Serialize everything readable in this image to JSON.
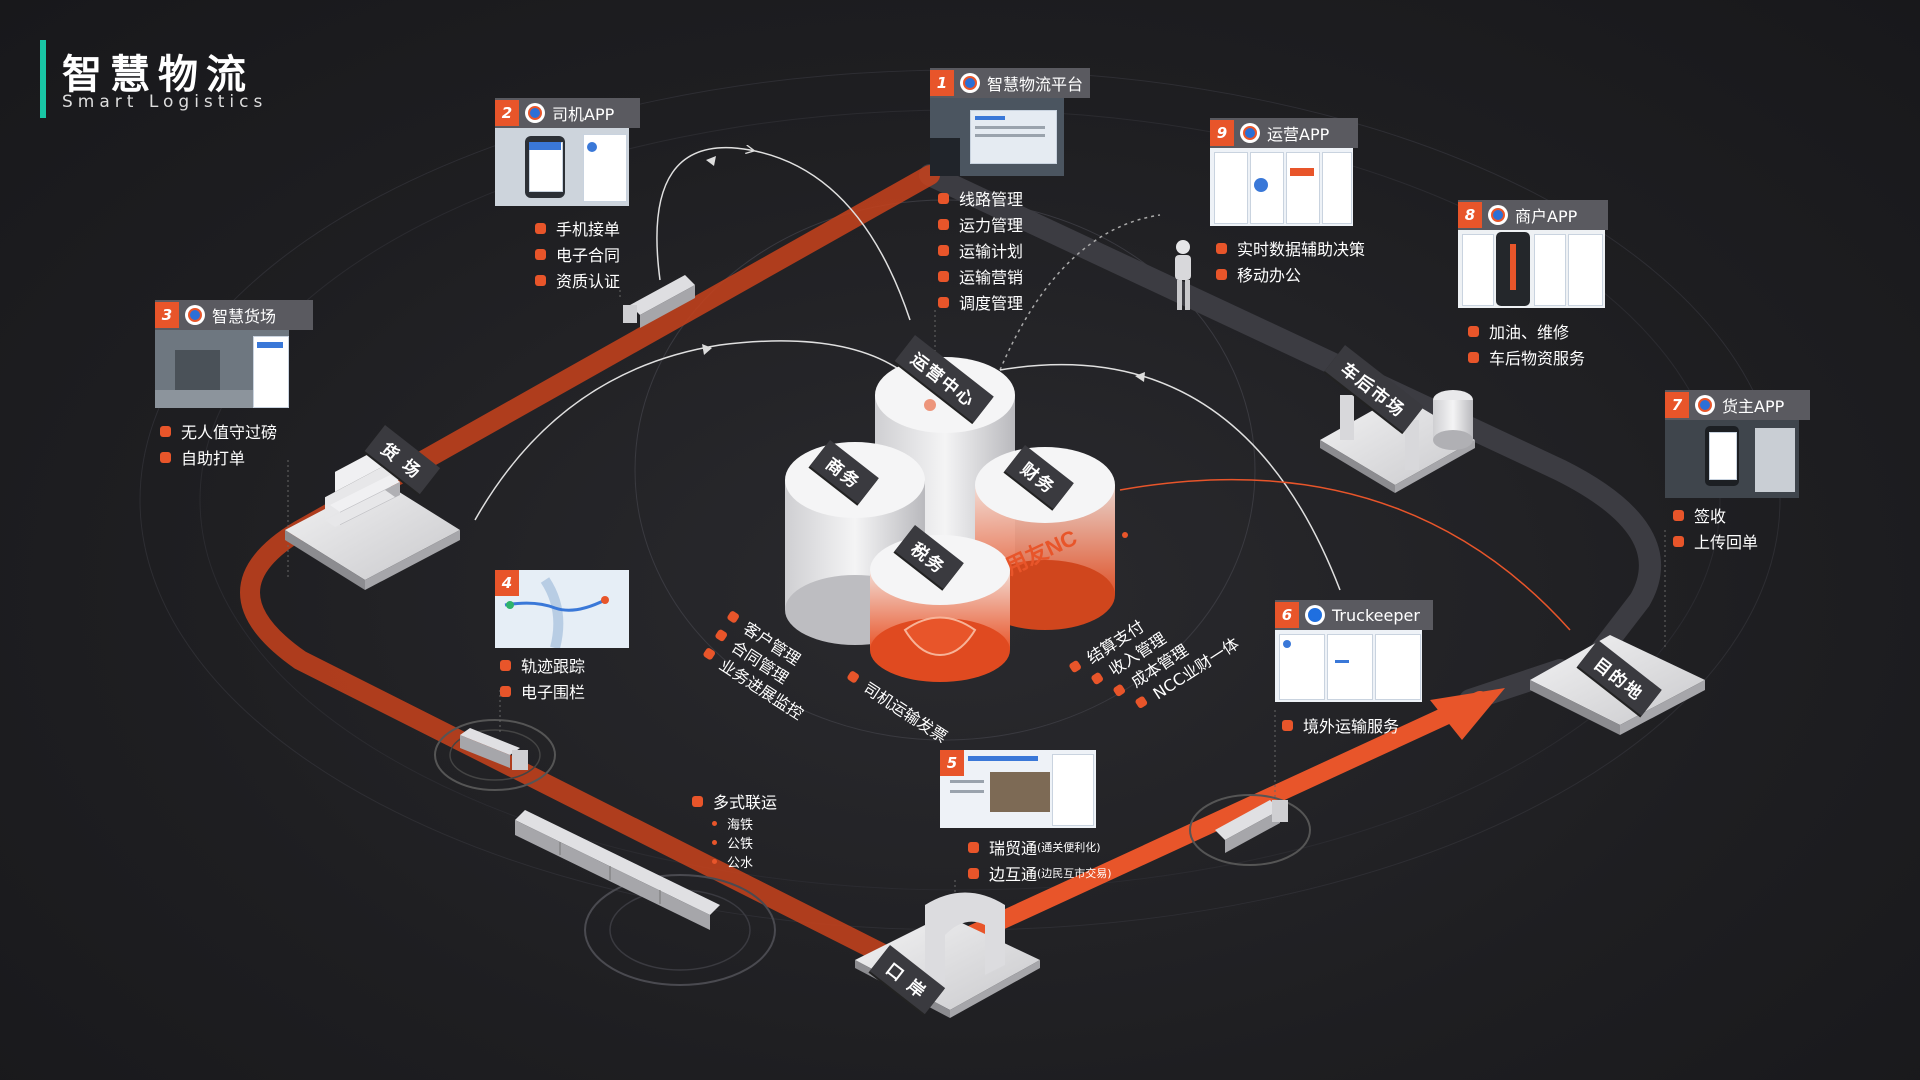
{
  "title": {
    "main": "智慧物流",
    "sub": "Smart Logistics"
  },
  "colors": {
    "accent": "#e8552a",
    "title_bar": "#19c6a5",
    "background": "#1e1e21"
  },
  "cards": [
    {
      "num": "1",
      "title": "智慧物流平台",
      "features": [
        "线路管理",
        "运力管理",
        "运输计划",
        "运输营销",
        "调度管理"
      ]
    },
    {
      "num": "2",
      "title": "司机APP",
      "features": [
        "手机接单",
        "电子合同",
        "资质认证"
      ]
    },
    {
      "num": "3",
      "title": "智慧货场",
      "features": [
        "无人值守过磅",
        "自助打单"
      ]
    },
    {
      "num": "4",
      "title": "",
      "features": [
        "轨迹跟踪",
        "电子围栏"
      ]
    },
    {
      "num": "5",
      "title": "",
      "features": [
        {
          "main": "瑞贸通",
          "note": "(通关便利化)"
        },
        {
          "main": "边互通",
          "note": "(边民互市交易)"
        }
      ]
    },
    {
      "num": "6",
      "title": "Truckeeper",
      "features": [
        "境外运输服务"
      ]
    },
    {
      "num": "7",
      "title": "货主APP",
      "features": [
        "签收",
        "上传回单"
      ]
    },
    {
      "num": "8",
      "title": "商户APP",
      "features": [
        "加油、维修",
        "车后物资服务"
      ]
    },
    {
      "num": "9",
      "title": "运营APP",
      "features": [
        "实时数据辅助决策",
        "移动办公"
      ]
    }
  ],
  "multimodal": {
    "title": "多式联运",
    "items": [
      "海铁",
      "公铁",
      "公水"
    ]
  },
  "station_tags": {
    "yard": "货 场",
    "after_market": "车后市场",
    "destination": "目的地",
    "port": "口 岸",
    "ops_center": "运营中心",
    "commerce": "商务",
    "finance": "财务",
    "tax": "税务"
  },
  "center_logo_text": "用友NC",
  "commerce_features": [
    "客户管理",
    "合同管理",
    "业务进展监控"
  ],
  "tax_features": [
    "司机运输发票"
  ],
  "finance_features": [
    "结算支付",
    "收入管理",
    "成本管理",
    "NCC业财一体"
  ]
}
